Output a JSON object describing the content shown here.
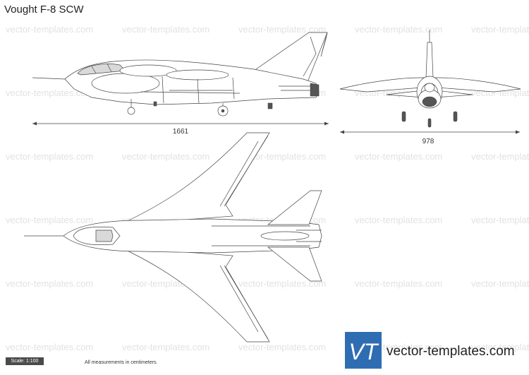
{
  "title": "Vought F-8 SCW",
  "watermark": "vector-templates.com",
  "dimensions": {
    "length": "1661",
    "wingspan": "978"
  },
  "scale_label": "Scale: 1:100",
  "footnote": "All measurements in centimeters.",
  "logo": {
    "letters": "VT",
    "text": "vector-templates.com",
    "color": "#2f6db3"
  }
}
